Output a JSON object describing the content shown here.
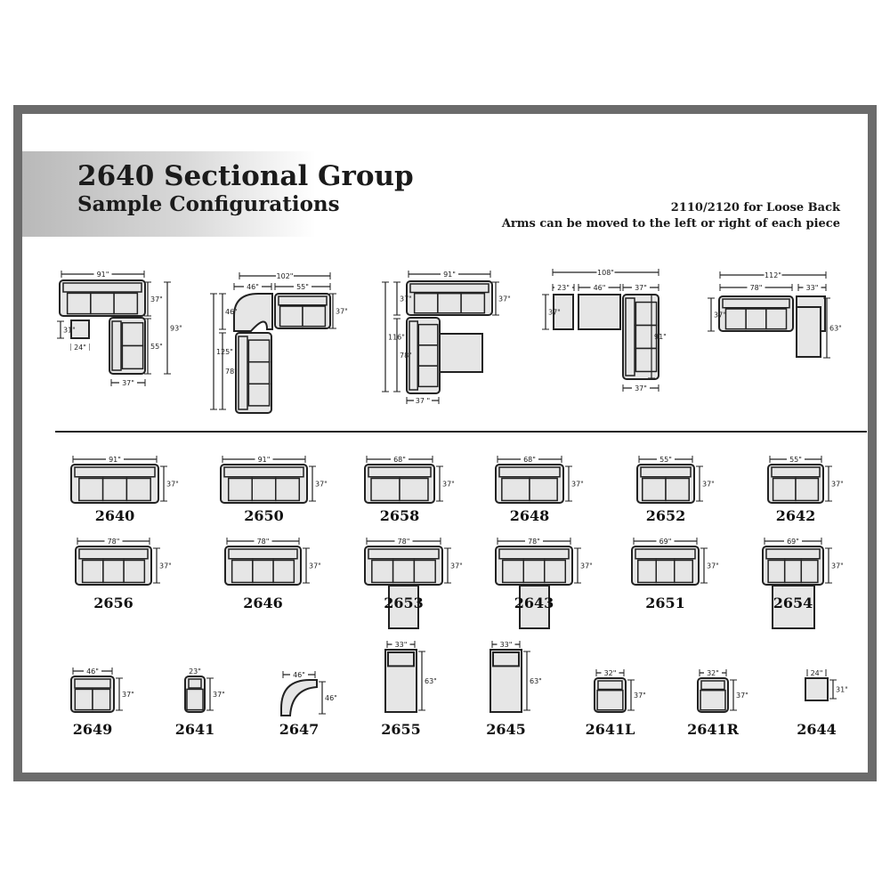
{
  "header": {
    "title": "2640 Sectional Group",
    "subtitle": "Sample Configurations",
    "note_loose_back": "2110/2120 for Loose Back",
    "note_arms": "Arms can be moved to the left or right of each piece"
  },
  "configurations": [
    {
      "name": "config-1",
      "dims": [
        "91\"",
        "37\"",
        "93\"",
        "55\"",
        "37\"",
        "31\"",
        "24\""
      ]
    },
    {
      "name": "config-2",
      "dims": [
        "102\"",
        "46\"",
        "55\"",
        "46\"",
        "37\"",
        "125\"",
        "78\""
      ]
    },
    {
      "name": "config-3",
      "dims": [
        "91\"",
        "37\"",
        "37\"",
        "116\"",
        "78\"",
        "37 \""
      ]
    },
    {
      "name": "config-4",
      "dims": [
        "108\"",
        "23\"",
        "46\"",
        "37\"",
        "37\"",
        "91\"",
        "37\""
      ]
    },
    {
      "name": "config-5",
      "dims": [
        "112\"",
        "78\"",
        "33\"",
        "37\"",
        "63\""
      ]
    }
  ],
  "pieces": [
    {
      "code": "2640",
      "width": "91\"",
      "depth": "37\""
    },
    {
      "code": "2650",
      "width": "91\"",
      "depth": "37\""
    },
    {
      "code": "2658",
      "width": "68\"",
      "depth": "37\""
    },
    {
      "code": "2648",
      "width": "68\"",
      "depth": "37\""
    },
    {
      "code": "2652",
      "width": "55\"",
      "depth": "37\""
    },
    {
      "code": "2642",
      "width": "55\"",
      "depth": "37\""
    },
    {
      "code": "2656",
      "width": "78\"",
      "depth": "37\""
    },
    {
      "code": "2646",
      "width": "78\"",
      "depth": "37\""
    },
    {
      "code": "2653",
      "width": "78\"",
      "depth": "37\""
    },
    {
      "code": "2643",
      "width": "78\"",
      "depth": "37\""
    },
    {
      "code": "2651",
      "width": "69\"",
      "depth": "37\""
    },
    {
      "code": "2654",
      "width": "69\"",
      "depth": "37\""
    },
    {
      "code": "2649",
      "width": "46\"",
      "depth": "37\""
    },
    {
      "code": "2641",
      "width": "23\"",
      "depth": "37\""
    },
    {
      "code": "2647",
      "width": "46\"",
      "depth": "46\""
    },
    {
      "code": "2655",
      "width": "33\"",
      "depth": "63\""
    },
    {
      "code": "2645",
      "width": "33\"",
      "depth": "63\""
    },
    {
      "code": "2641L",
      "width": "32\"",
      "depth": "37\""
    },
    {
      "code": "2641R",
      "width": "32\"",
      "depth": "37\""
    },
    {
      "code": "2644",
      "width": "24\"",
      "depth": "31\""
    }
  ],
  "colors": {
    "frame": "#6b6b6b",
    "fill": "#e6e6e6",
    "line": "#222222"
  }
}
